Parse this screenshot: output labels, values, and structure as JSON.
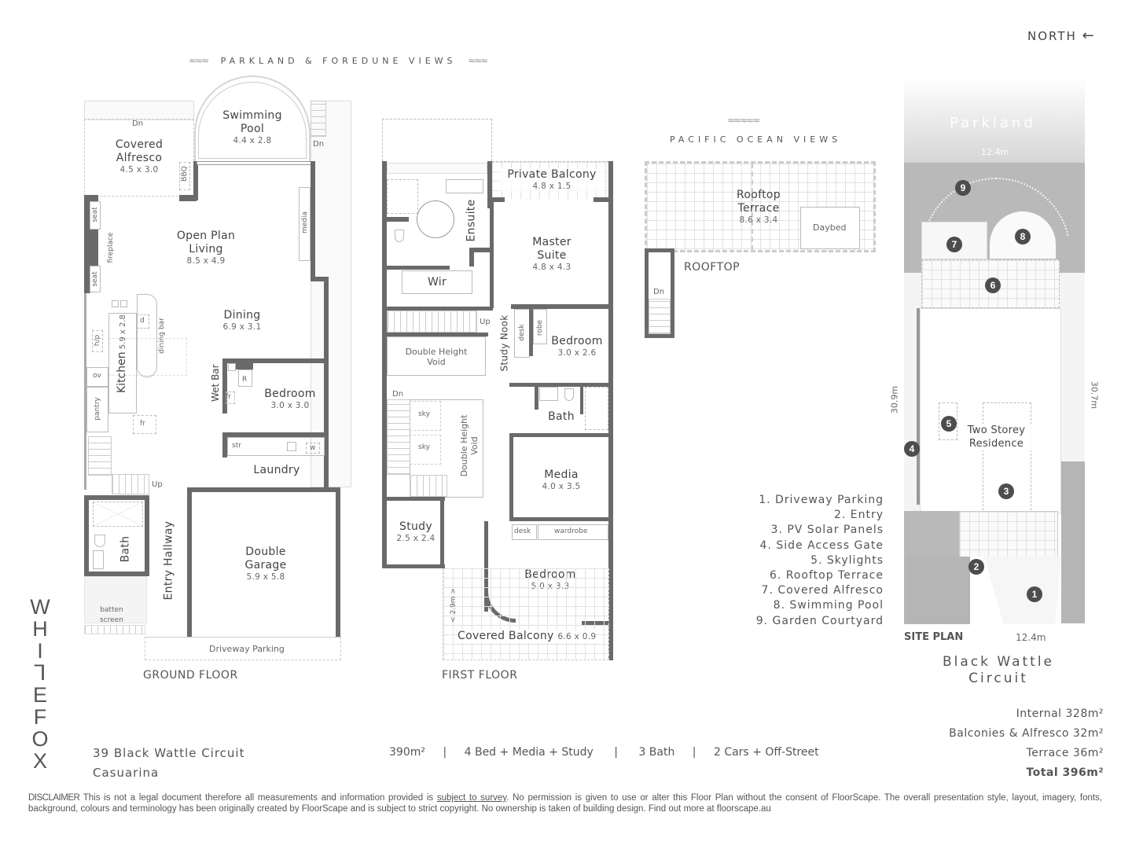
{
  "compass": {
    "label": "NORTH",
    "icon": "arrow-left-icon",
    "glyph": "←"
  },
  "ground_floor": {
    "view_heading": "PARKLAND & FOREDUNE VIEWS",
    "label": "GROUND FLOOR",
    "rooms": {
      "covered_alfresco": {
        "name_1": "Covered",
        "name_2": "Alfresco",
        "dim": "4.5 x 3.0"
      },
      "swimming_pool": {
        "name_1": "Swimming",
        "name_2": "Pool",
        "dim": "4.4 x 2.8"
      },
      "open_plan_living": {
        "name_1": "Open Plan",
        "name_2": "Living",
        "dim": "8.5 x 4.9"
      },
      "dining": {
        "name": "Dining",
        "dim": "6.9 x 3.1"
      },
      "kitchen": {
        "name": "Kitchen",
        "dim": "5.9 x 2.8"
      },
      "bedroom": {
        "name": "Bedroom",
        "dim": "3.0 x 3.0"
      },
      "laundry": {
        "name": "Laundry"
      },
      "double_garage": {
        "name_1": "Double",
        "name_2": "Garage",
        "dim": "5.9 x 5.8"
      },
      "bath": {
        "name": "Bath"
      },
      "entry_hallway": {
        "name": "Entry Hallway"
      },
      "driveway_parking": {
        "name": "Driveway Parking"
      }
    },
    "fixtures": {
      "dn_alfresco": "Dn",
      "dn_pool": "Dn",
      "bbq": "BBQ",
      "media": "media",
      "seat_top": "seat",
      "seat_bottom": "seat",
      "fireplace": "fireplace",
      "hp": "h/p",
      "d": "d",
      "dining_bar": "dining bar",
      "ov": "ov",
      "pantry": "pantry",
      "fr_kitchen": "fr",
      "wet_bar": "Wet Bar",
      "r": "R",
      "fr_wetbar": "fr",
      "str": "str",
      "w": "w",
      "up": "Up",
      "batten_1": "batten",
      "batten_2": "screen"
    }
  },
  "first_floor": {
    "label": "FIRST FLOOR",
    "rooms": {
      "private_balcony": {
        "name": "Private Balcony",
        "dim": "4.8 x 1.5"
      },
      "ensuite": {
        "name": "Ensuite"
      },
      "master_suite": {
        "name_1": "Master",
        "name_2": "Suite",
        "dim": "4.8 x 4.3"
      },
      "wir": {
        "name": "Wir"
      },
      "double_height_void_1": {
        "name_1": "Double Height",
        "name_2": "Void"
      },
      "study_nook": {
        "name": "Study Nook"
      },
      "bedroom_2": {
        "name": "Bedroom",
        "dim": "3.0 x 2.6"
      },
      "bath": {
        "name": "Bath"
      },
      "double_height_void_2": {
        "name_1": "Double Height",
        "name_2": "Void"
      },
      "media": {
        "name": "Media",
        "dim": "4.0 x 3.5"
      },
      "study": {
        "name": "Study",
        "dim": "2.5 x 2.4"
      },
      "bedroom_3": {
        "name": "Bedroom",
        "dim": "5.0 x 3.3"
      },
      "covered_balcony": {
        "name": "Covered Balcony",
        "dim": "6.6 x 0.9"
      }
    },
    "fixtures": {
      "up": "Up",
      "dn": "Dn",
      "desk_nook": "desk",
      "robe": "robe",
      "sky_1": "sky",
      "sky_2": "sky",
      "desk_bed": "desk",
      "wardrobe": "wardrobe",
      "width_note": "< 2.9m >"
    }
  },
  "rooftop": {
    "view_heading": "PACIFIC OCEAN VIEWS",
    "label": "ROOFTOP",
    "rooms": {
      "rooftop_terrace": {
        "name_1": "Rooftop",
        "name_2": "Terrace",
        "dim": "8.6 x 3.4"
      },
      "daybed": {
        "name": "Daybed"
      }
    },
    "fixtures": {
      "dn": "Dn"
    }
  },
  "site_plan": {
    "label": "SITE PLAN",
    "parkland": "Parkland",
    "width_top": "12.4m",
    "width_bottom": "12.4m",
    "depth_left": "30.9m",
    "depth_right": "30.7m",
    "residence_1": "Two Storey",
    "residence_2": "Residence",
    "street_1": "Black Wattle",
    "street_2": "Circuit",
    "markers": [
      "1",
      "2",
      "3",
      "4",
      "5",
      "6",
      "7",
      "8",
      "9"
    ]
  },
  "legend": [
    "1. Driveway Parking",
    "2. Entry",
    "3. PV Solar Panels",
    "4. Side Access Gate",
    "5. Skylights",
    "6. Rooftop Terrace",
    "7. Covered Alfresco",
    "8. Swimming Pool",
    "9. Garden Courtyard"
  ],
  "areas": {
    "internal": "Internal 328m²",
    "balconies": "Balconies & Alfresco 32m²",
    "terrace": "Terrace 36m²",
    "total": "Total 396m²"
  },
  "brand": {
    "letters": [
      "W",
      "H",
      "I",
      "⅂",
      "E",
      "F",
      "O",
      "X"
    ]
  },
  "address": {
    "street": "39 Black Wattle Circuit",
    "suburb": "Casuarina"
  },
  "summary": {
    "area": "390m²",
    "beds": "4 Bed + Media + Study",
    "baths": "3 Bath",
    "cars": "2 Cars + Off-Street",
    "separator": "|"
  },
  "disclaimer": {
    "label": "DISCLAIMER",
    "text_1": " This is not a legal document therefore all measurements and information  provided is ",
    "link": "subject to survey",
    "text_2": ". No permission is given to use or alter this Floor Plan without the consent of FloorScape. The overall presentation style, layout, imagery, fonts, background, colours and terminology has been originally created by FloorScape and is subject to strict copyright. No ownership is taken of building design. Find out more at floorscape.au"
  }
}
